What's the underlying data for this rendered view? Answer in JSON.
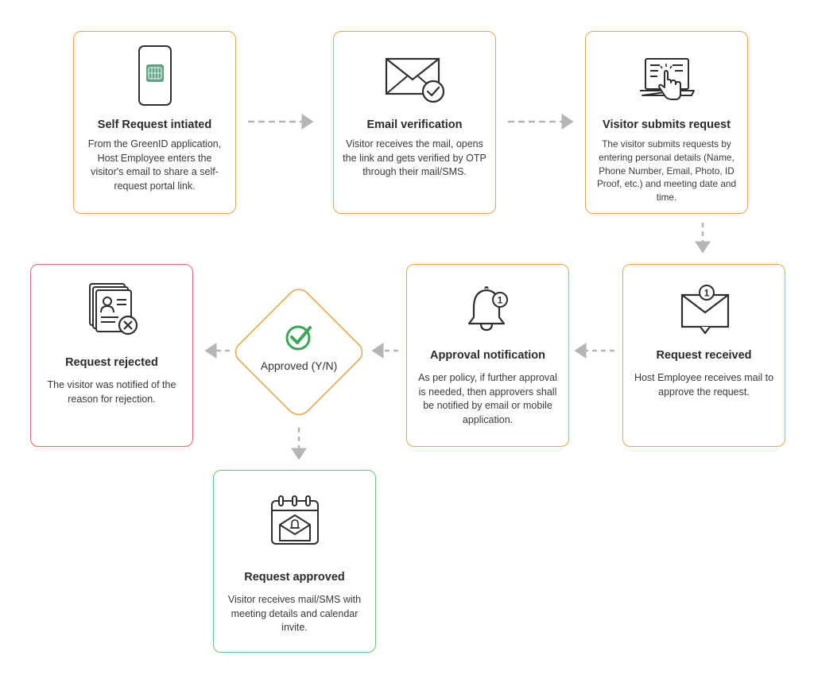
{
  "steps": {
    "self_request": {
      "title": "Self Request intiated",
      "description": "From the GreenID application, Host Employee enters the visitor's email to share a self-request portal link."
    },
    "email_verification": {
      "title": "Email verification",
      "description": "Visitor receives the mail, opens the link and gets verified by OTP through their mail/SMS."
    },
    "visitor_submits": {
      "title": "Visitor submits request",
      "description": "The visitor submits requests by entering personal details (Name, Phone Number, Email, Photo, ID Proof, etc.) and meeting date and time."
    },
    "request_received": {
      "title": "Request received",
      "description": "Host Employee receives mail to approve the request."
    },
    "approval_notification": {
      "title": "Approval notification",
      "description": "As per policy, if further approval is needed, then approvers shall be notified by email or mobile application."
    },
    "decision": {
      "label": "Approved (Y/N)"
    },
    "request_rejected": {
      "title": "Request rejected",
      "description": "The visitor was notified of the reason for rejection."
    },
    "request_approved": {
      "title": "Request approved",
      "description": "Visitor receives mail/SMS with meeting details and calendar invite."
    }
  },
  "badges": {
    "notification_count": "1",
    "mail_count": "1"
  },
  "colors": {
    "step_border": "#e3a94a",
    "rejected_border": "#df6a67",
    "approved_border": "#6fc37a",
    "check_green": "#3aa757",
    "arrow_gray": "#b5b5b5",
    "icon_stroke": "#2f2f2f"
  }
}
